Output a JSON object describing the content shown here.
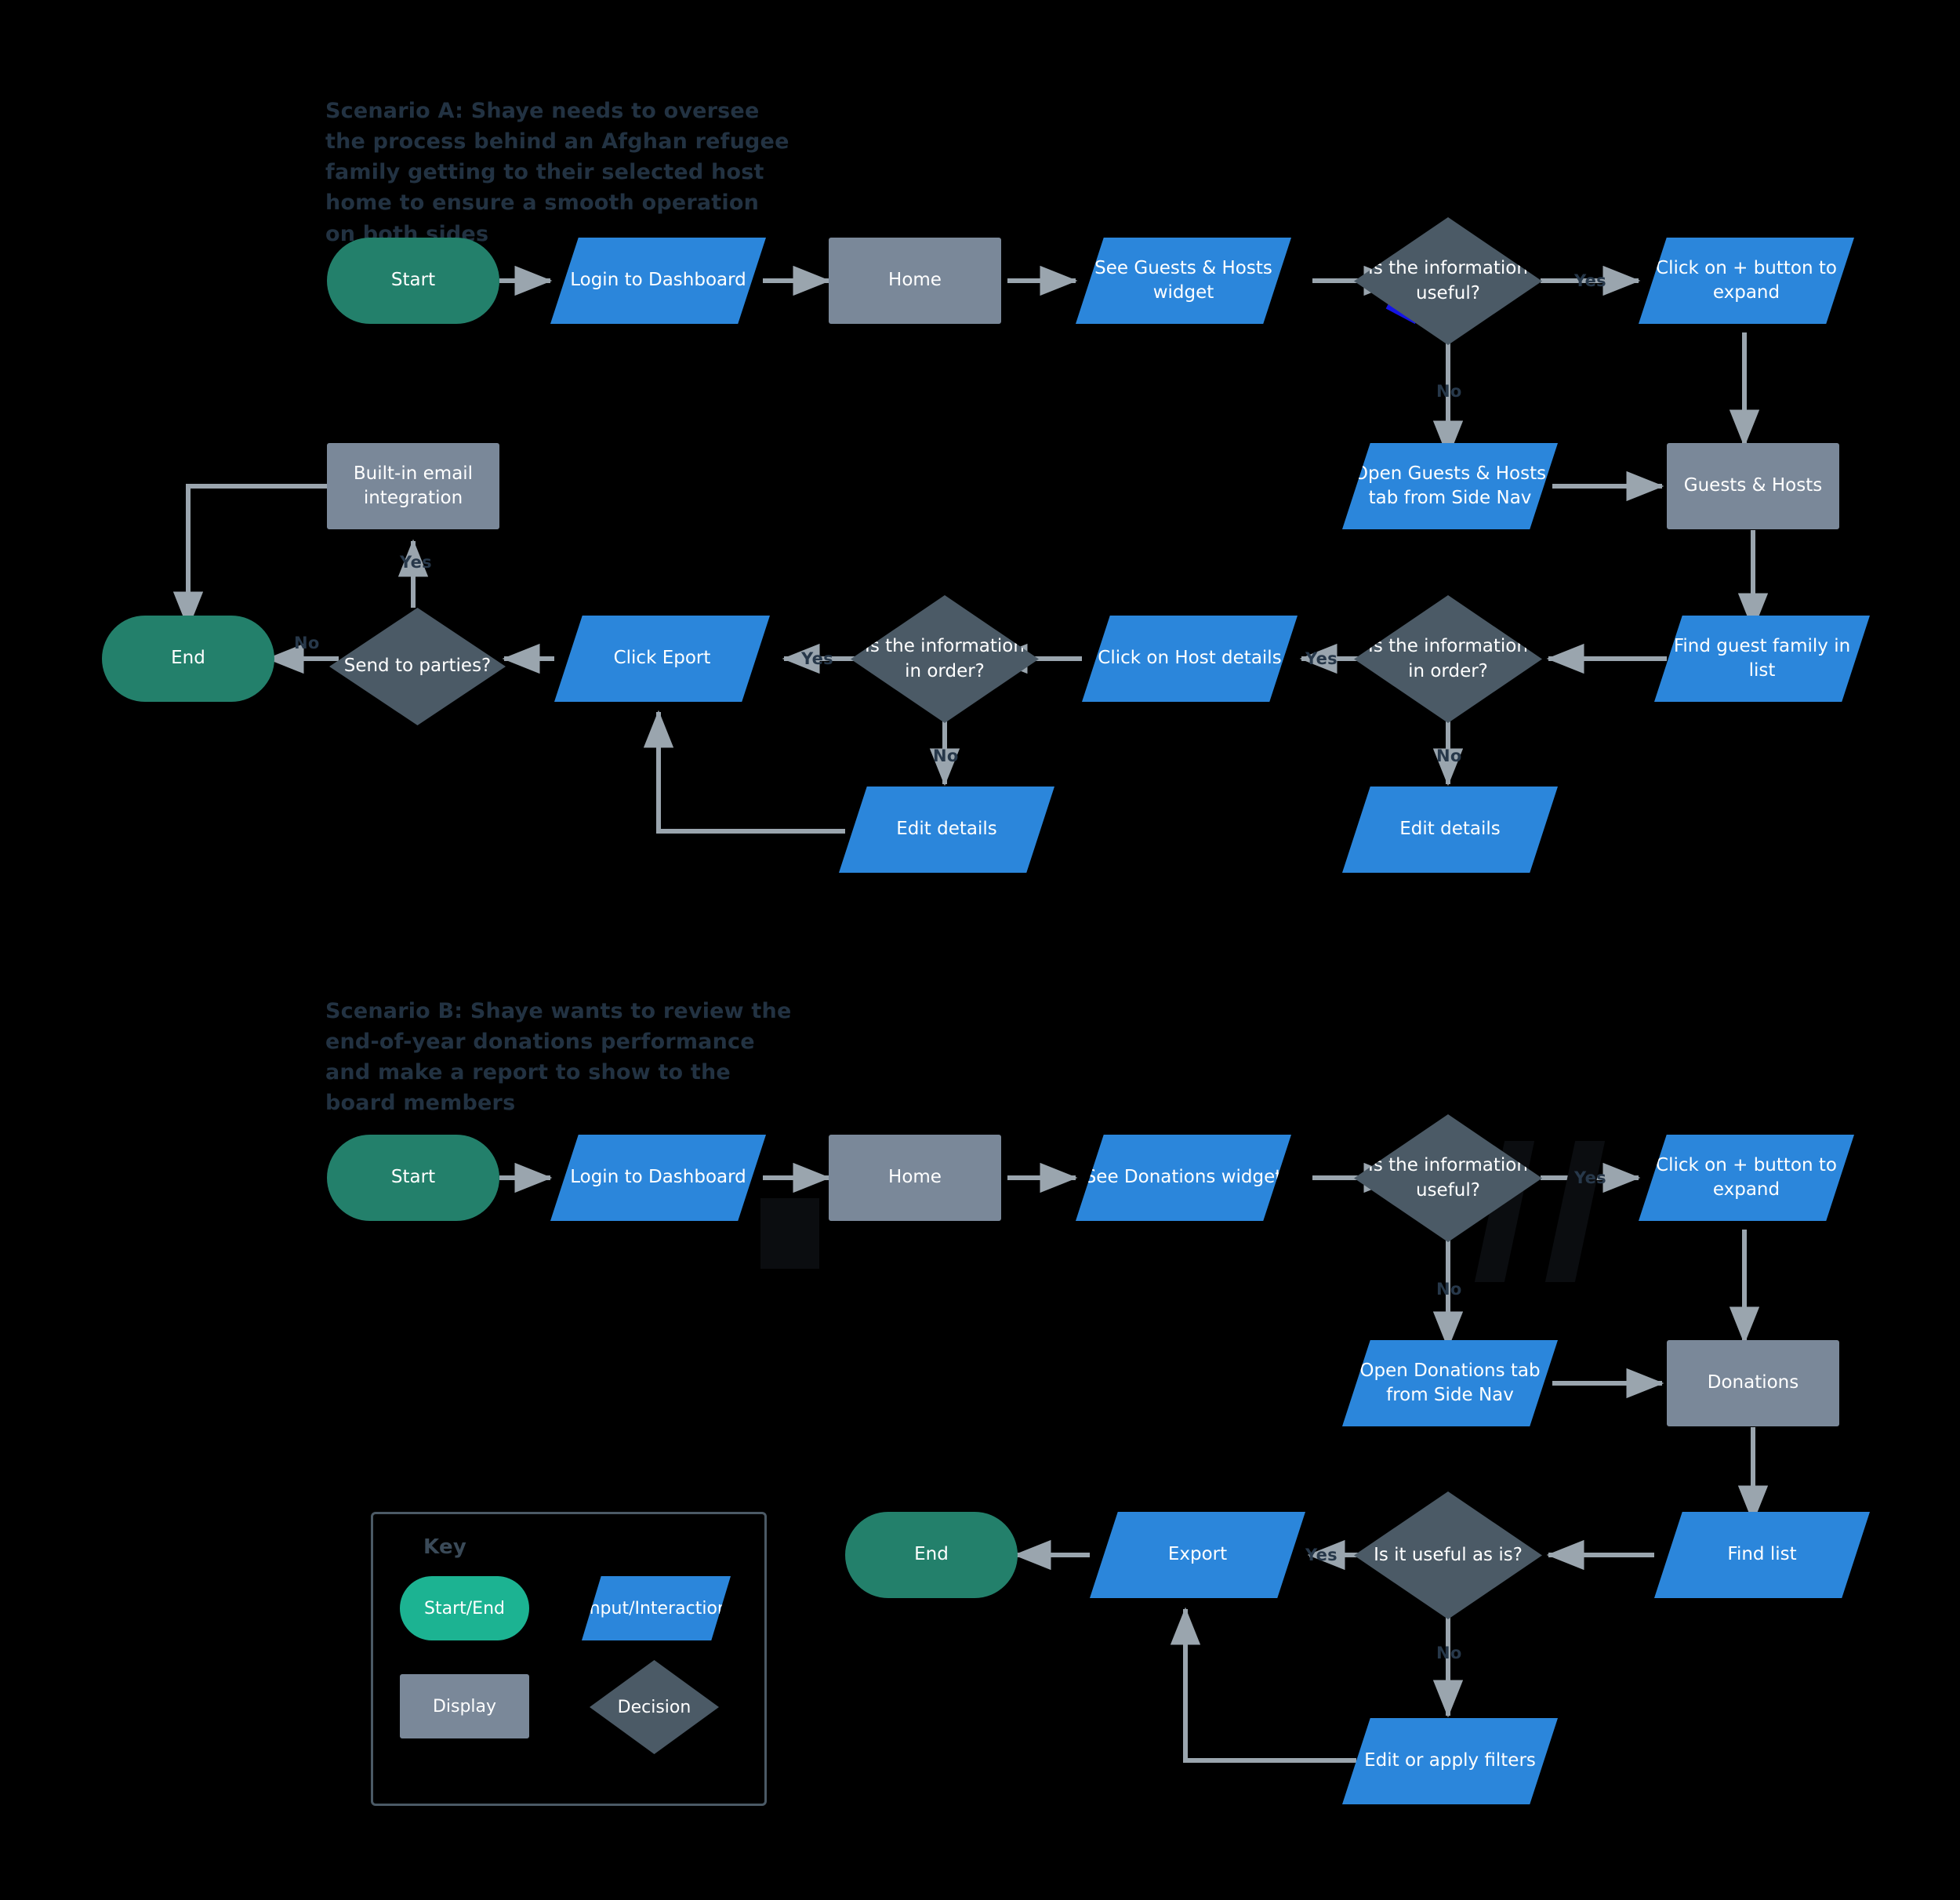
{
  "diagram": {
    "title_a": "Scenario A: Shaye needs to oversee the process behind an Afghan refugee family getting to their selected host home to ensure a smooth operation on both sides",
    "title_b": "Scenario B: Shaye wants to review the end-of-year donations performance and make a report to show to the board members",
    "colors": {
      "background": "#000000",
      "terminator": "#23806B",
      "terminator_key": "#1CB392",
      "display": "#7A8899",
      "io": "#2B86DB",
      "decision": "#4B5A66",
      "edge": "#9AA5AE",
      "heading_text": "#223242",
      "edge_label_text": "#27384A",
      "key_border": "#4B5A66"
    }
  },
  "scenario_a": {
    "nodes": {
      "start": "Start",
      "login": "Login to Dashboard",
      "home": "Home",
      "see_widget": "See Guests & Hosts widget",
      "decision_useful": "Is the information useful?",
      "click_expand": "Click on + button to expand",
      "open_tab": "Open Guests & Hosts tab from Side Nav",
      "guests_hosts": "Guests & Hosts",
      "find_family": "Find guest family in list",
      "decision_order_right": "Is the information in order?",
      "edit_details_right": "Edit details",
      "click_host_details": "Click on Host details",
      "decision_order_left": "Is the information in order?",
      "edit_details_left": "Edit details",
      "click_export": "Click Eport",
      "decision_send": "Send to parties?",
      "email_integration": "Built-in email integration",
      "end": "End"
    },
    "edge_labels": {
      "useful_yes": "Yes",
      "useful_no": "No",
      "order_right_yes": "Yes",
      "order_right_no": "No",
      "order_left_yes": "Yes",
      "order_left_no": "No",
      "send_yes": "Yes",
      "send_no": "No"
    }
  },
  "scenario_b": {
    "nodes": {
      "start": "Start",
      "login": "Login to Dashboard",
      "home": "Home",
      "see_widget": "See Donations widget",
      "decision_useful": "Is the information useful?",
      "click_expand": "Click on + button to expand",
      "open_tab": "Open Donations tab from Side Nav",
      "donations": "Donations",
      "find_list": "Find list",
      "decision_useful_asis": "Is it useful as is?",
      "edit_filters": "Edit or apply filters",
      "export": "Export",
      "end": "End"
    },
    "edge_labels": {
      "useful_yes": "Yes",
      "useful_no": "No",
      "asis_yes": "Yes",
      "asis_no": "No"
    }
  },
  "key": {
    "title": "Key",
    "items": [
      {
        "label": "Start/End",
        "shape": "terminator"
      },
      {
        "label": "Input/Interaction",
        "shape": "parallelogram"
      },
      {
        "label": "Display",
        "shape": "rectangle"
      },
      {
        "label": "Decision",
        "shape": "diamond"
      }
    ]
  }
}
